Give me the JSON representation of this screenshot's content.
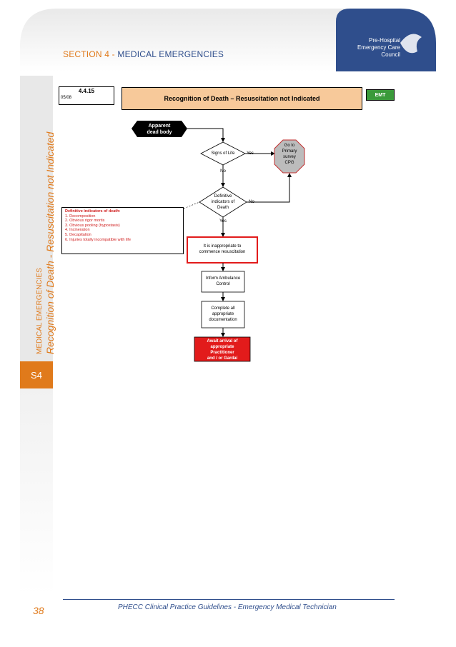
{
  "header": {
    "section_prefix": "SECTION 4 - ",
    "section_title": "MEDICAL EMERGENCIES",
    "council_line1": "Pre-Hospital",
    "council_line2": "Emergency Care",
    "council_line3": "Council"
  },
  "sidebar": {
    "category": "MEDICAL EMERGENCIES",
    "topic": "Recognition of Death - Resuscitation not Indicated",
    "tab": "S4"
  },
  "cpg": {
    "number": "4.4.15",
    "date": "05/08",
    "title": "Recognition of Death – Resuscitation not Indicated",
    "level": "EMT"
  },
  "flow": {
    "start_line1": "Apparent",
    "start_line2": "dead body",
    "signs_of_life": "Signs of Life",
    "yes1": "Yes",
    "no1": "No",
    "goto_line1": "Go to",
    "goto_line2": "Primary",
    "goto_line3": "survey",
    "goto_line4": "CPG",
    "definitive_line1": "Definitive",
    "definitive_line2": "indicators of",
    "definitive_line3": "Death",
    "no2": "No",
    "yes2": "Yes",
    "inappropriate_line1": "It is inappropriate to",
    "inappropriate_line2": "commence resuscitation",
    "inform_line1": "Inform Ambulance",
    "inform_line2": "Control",
    "complete_line1": "Complete all",
    "complete_line2": "appropriate",
    "complete_line3": "documentation",
    "await_line1": "Await arrival of",
    "await_line2": "appropriate",
    "await_line3": "Practitioner",
    "await_line4": "and / or Gardaí"
  },
  "indicators": {
    "heading": "Definitive indicators of death:",
    "items": [
      "1. Decomposition",
      "2. Obvious rigor mortis",
      "3. Obvious pooling (hypostasis)",
      "4. Incineration",
      "5. Decapitation",
      "6. Injuries totally incompatible with life"
    ]
  },
  "footer": {
    "page_number": "38",
    "text": "PHECC Clinical Practice Guidelines - Emergency Medical Technician"
  },
  "colors": {
    "orange": "#e07a1b",
    "navy": "#2f4e8c",
    "title_fill": "#f7c99a",
    "emt_green": "#3a9a3a",
    "alert_red": "#e21b1b",
    "stop_grey": "#bcbcbc"
  }
}
